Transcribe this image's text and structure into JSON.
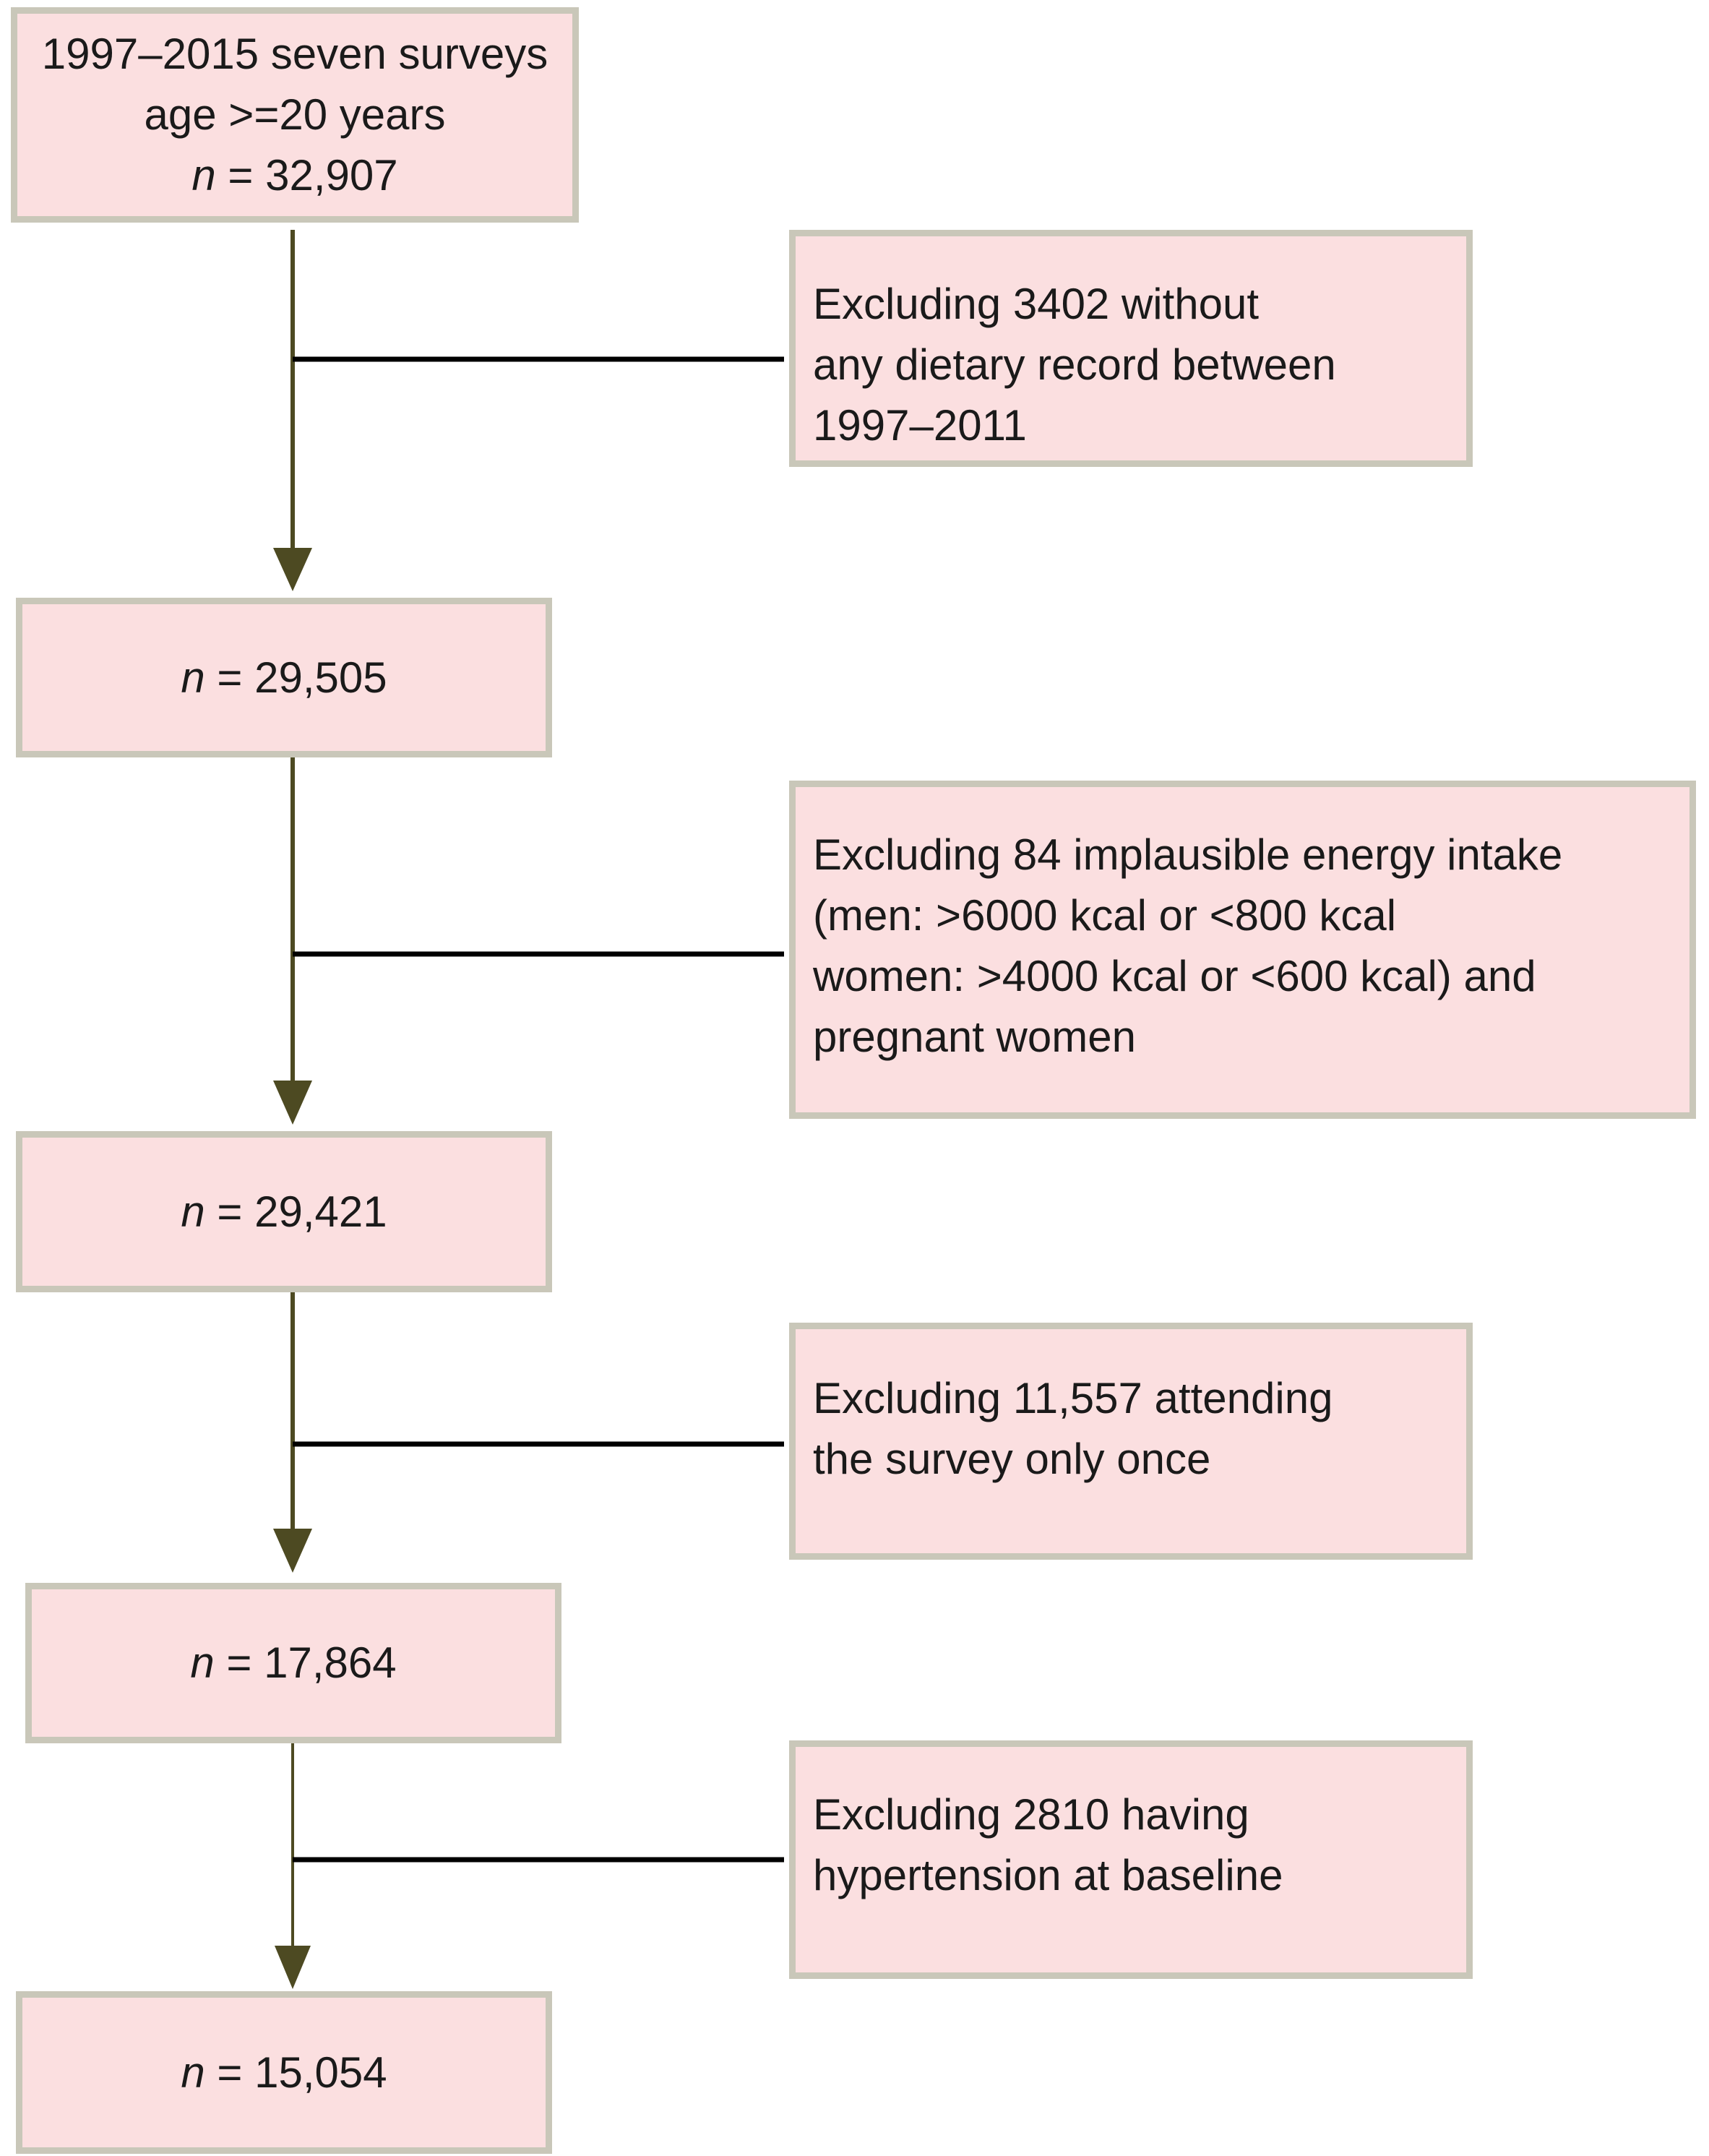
{
  "colors": {
    "box_fill": "#fbdfe0",
    "box_border": "#c9c7b9",
    "arrow": "#4d4a22",
    "branch_line": "#000000"
  },
  "flowchart": {
    "start": {
      "lines": [
        "1997–2015 seven surveys",
        "age >=20 years"
      ],
      "n_label": "n",
      "n_value": "= 32,907"
    },
    "steps": [
      {
        "exclusion_lines": [
          "Excluding 3402 without",
          "any dietary record between",
          "1997–2011"
        ],
        "n_label": "n",
        "n_value": "= 29,505"
      },
      {
        "exclusion_lines": [
          "Excluding 84 implausible energy intake",
          "(men: >6000 kcal or <800 kcal",
          "women: >4000 kcal or <600 kcal) and",
          "pregnant women"
        ],
        "n_label": "n",
        "n_value": "= 29,421"
      },
      {
        "exclusion_lines": [
          "Excluding 11,557 attending",
          "the survey only once"
        ],
        "n_label": "n",
        "n_value": "= 17,864"
      },
      {
        "exclusion_lines": [
          "Excluding 2810 having",
          "hypertension at baseline"
        ],
        "n_label": "n",
        "n_value": "= 15,054"
      }
    ]
  }
}
